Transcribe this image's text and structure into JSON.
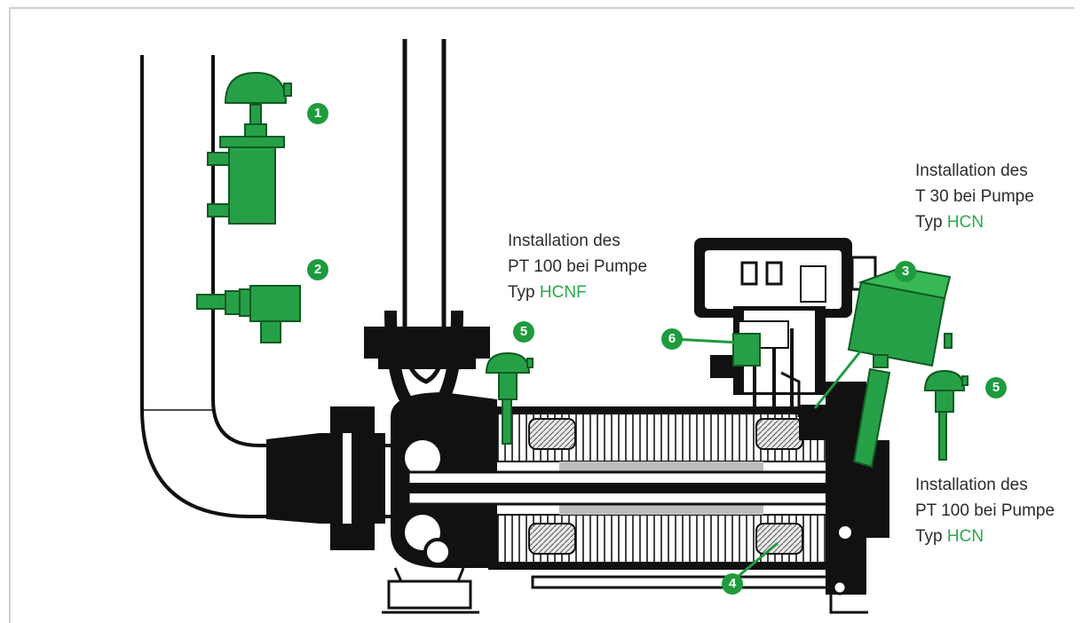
{
  "colors": {
    "accent": "#2aa84a",
    "marker": "#1f9b3e",
    "component_green": "#26a046",
    "line": "#111111"
  },
  "markers": [
    "1",
    "2",
    "3",
    "4",
    "5",
    "5",
    "6"
  ],
  "labels": {
    "hcnf_pt100": {
      "line1": "Installation des",
      "line2": "PT 100 bei Pumpe",
      "typ_prefix": "Typ",
      "typ_value": "HCNF"
    },
    "hcn_t30": {
      "line1": "Installation des",
      "line2": "T 30 bei Pumpe",
      "typ_prefix": "Typ",
      "typ_value": "HCN"
    },
    "hcn_pt100": {
      "line1": "Installation des",
      "line2": "PT 100 bei Pumpe",
      "typ_prefix": "Typ",
      "typ_value": "HCN"
    }
  }
}
